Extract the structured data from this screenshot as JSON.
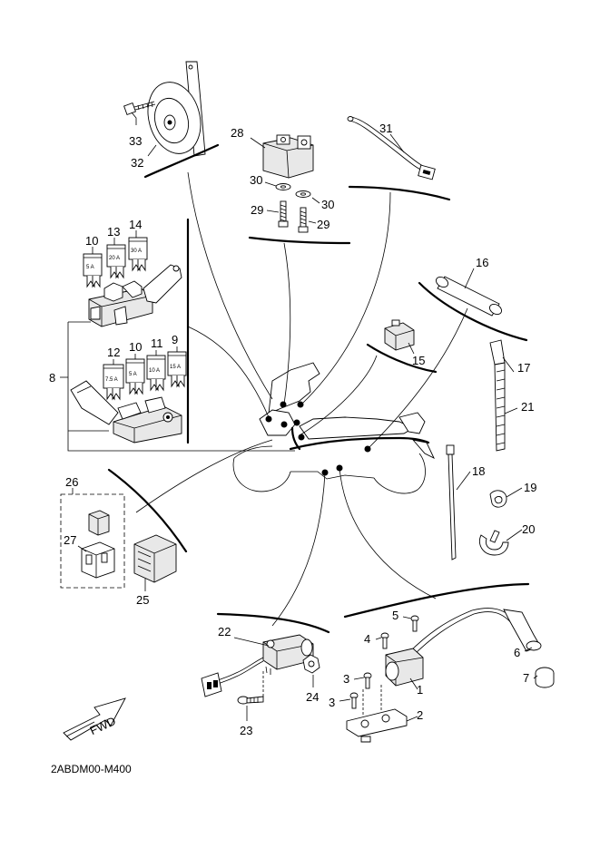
{
  "diagram": {
    "code": "2ABDM00-M400",
    "fwd_label": "FWD",
    "callouts": [
      {
        "id": "1",
        "label": "1"
      },
      {
        "id": "2",
        "label": "2"
      },
      {
        "id": "3a",
        "label": "3"
      },
      {
        "id": "3b",
        "label": "3"
      },
      {
        "id": "4",
        "label": "4"
      },
      {
        "id": "5",
        "label": "5"
      },
      {
        "id": "6",
        "label": "6"
      },
      {
        "id": "7",
        "label": "7"
      },
      {
        "id": "8",
        "label": "8"
      },
      {
        "id": "9",
        "label": "9"
      },
      {
        "id": "10a",
        "label": "10"
      },
      {
        "id": "10b",
        "label": "10"
      },
      {
        "id": "11",
        "label": "11"
      },
      {
        "id": "12",
        "label": "12"
      },
      {
        "id": "13",
        "label": "13"
      },
      {
        "id": "14",
        "label": "14"
      },
      {
        "id": "15",
        "label": "15"
      },
      {
        "id": "16",
        "label": "16"
      },
      {
        "id": "17",
        "label": "17"
      },
      {
        "id": "18",
        "label": "18"
      },
      {
        "id": "19",
        "label": "19"
      },
      {
        "id": "20",
        "label": "20"
      },
      {
        "id": "21",
        "label": "21"
      },
      {
        "id": "22",
        "label": "22"
      },
      {
        "id": "23",
        "label": "23"
      },
      {
        "id": "24",
        "label": "24"
      },
      {
        "id": "25",
        "label": "25"
      },
      {
        "id": "26",
        "label": "26"
      },
      {
        "id": "27",
        "label": "27"
      },
      {
        "id": "28",
        "label": "28"
      },
      {
        "id": "29a",
        "label": "29"
      },
      {
        "id": "29b",
        "label": "29"
      },
      {
        "id": "30a",
        "label": "30"
      },
      {
        "id": "30b",
        "label": "30"
      },
      {
        "id": "31",
        "label": "31"
      },
      {
        "id": "32",
        "label": "32"
      },
      {
        "id": "33",
        "label": "33"
      }
    ],
    "fuse_ratings": {
      "top_10": "5 A",
      "top_13": "20 A",
      "top_14": "30 A",
      "bottom_12": "7.5 A",
      "bottom_10": "5 A",
      "bottom_11": "10 A",
      "bottom_9": "15 A"
    }
  }
}
